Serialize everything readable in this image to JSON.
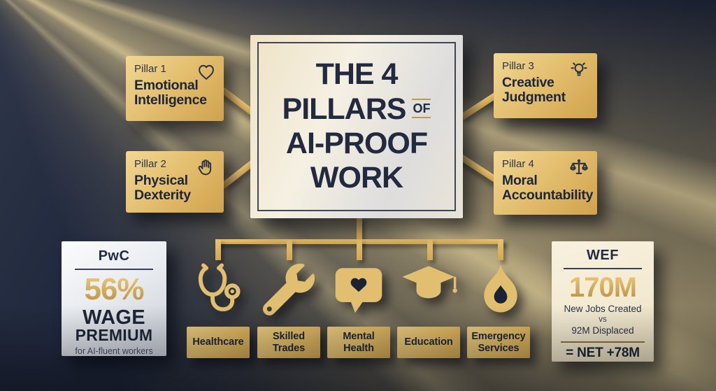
{
  "header": {
    "title_line1": "THE 4",
    "title_line2": "PILLARS",
    "title_line2_suffix": "OF",
    "title_line3": "AI-PROOF",
    "title_line4": "WORK"
  },
  "pillars": [
    {
      "label": "Pillar 1",
      "name": "Emotional Intelligence",
      "icon": "heart-icon"
    },
    {
      "label": "Pillar 2",
      "name": "Physical Dexterity",
      "icon": "hand-icon"
    },
    {
      "label": "Pillar 3",
      "name": "Creative Judgment",
      "icon": "lightbulb-icon"
    },
    {
      "label": "Pillar 4",
      "name": "Moral Accountability",
      "icon": "scales-icon"
    }
  ],
  "sectors": [
    {
      "label": "Healthcare",
      "icon": "stethoscope-icon"
    },
    {
      "label": "Skilled Trades",
      "icon": "wrench-icon"
    },
    {
      "label": "Mental Health",
      "icon": "chat-heart-icon"
    },
    {
      "label": "Education",
      "icon": "graduation-cap-icon"
    },
    {
      "label": "Emergency Services",
      "icon": "flame-icon"
    }
  ],
  "stats_left": {
    "source": "PwC",
    "value": "56%",
    "label_top": "WAGE",
    "label_bottom": "PREMIUM",
    "caption": "for AI-fluent workers"
  },
  "stats_right": {
    "source": "WEF",
    "value": "170M",
    "detail_1": "New Jobs Created",
    "detail_2": "vs",
    "detail_3": "92M Displaced",
    "result": "= NET +78M"
  },
  "colors": {
    "background_navy": "#1b2336",
    "gold": "#e3be6e",
    "gold_deep": "#c9a24b",
    "navy_text": "#1d2536",
    "title_card": "#f1ece0",
    "stat_left_card": "#e9ecf0",
    "stat_right_card": "#f3ead2",
    "beam": "#f0d694"
  }
}
